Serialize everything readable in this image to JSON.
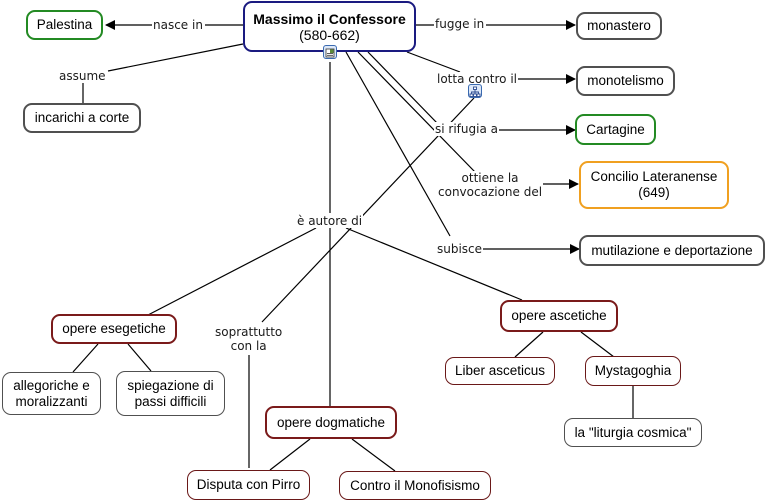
{
  "map": {
    "main": {
      "title": "Massimo il Confessore",
      "subtitle": "(580-662)"
    },
    "nodes": {
      "palestina": "Palestina",
      "incarichi": "incarichi a corte",
      "monastero": "monastero",
      "monotelismo": "monotelismo",
      "cartagine": "Cartagine",
      "concilio_1": "Concilio Lateranense",
      "concilio_2": "(649)",
      "mutilazione": "mutilazione e deportazione",
      "esegetiche": "opere esegetiche",
      "allegoriche_1": "allegoriche e",
      "allegoriche_2": "moralizzanti",
      "spiegazione_1": "spiegazione di",
      "spiegazione_2": "passi difficili",
      "dogmatiche": "opere dogmatiche",
      "pirro": "Disputa con Pirro",
      "monofisismo": "Contro il Monofisismo",
      "ascetiche": "opere ascetiche",
      "liber": "Liber asceticus",
      "mystagoghia": "Mystagoghia",
      "liturgia": "la \"liturgia cosmica\""
    },
    "links": {
      "nasce_in": "nasce in",
      "fugge_in": "fugge in",
      "assume": "assume",
      "lotta": "lotta contro il",
      "rifugia": "si rifugia a",
      "ottiene_1": "ottiene la",
      "ottiene_2": "convocazione del",
      "subisce": "subisce",
      "autore": "è autore di",
      "soprattutto_1": "soprattutto",
      "soprattutto_2": "con la"
    },
    "icons": {
      "main_resource": "document-image-icon",
      "lotta_resource": "concept-map-icon"
    },
    "colors": {
      "main_border": "#1a1a80",
      "place_border": "#238a23",
      "event_border": "#f0a020",
      "works_border": "#7a1a1a",
      "default_border": "#505050"
    }
  }
}
